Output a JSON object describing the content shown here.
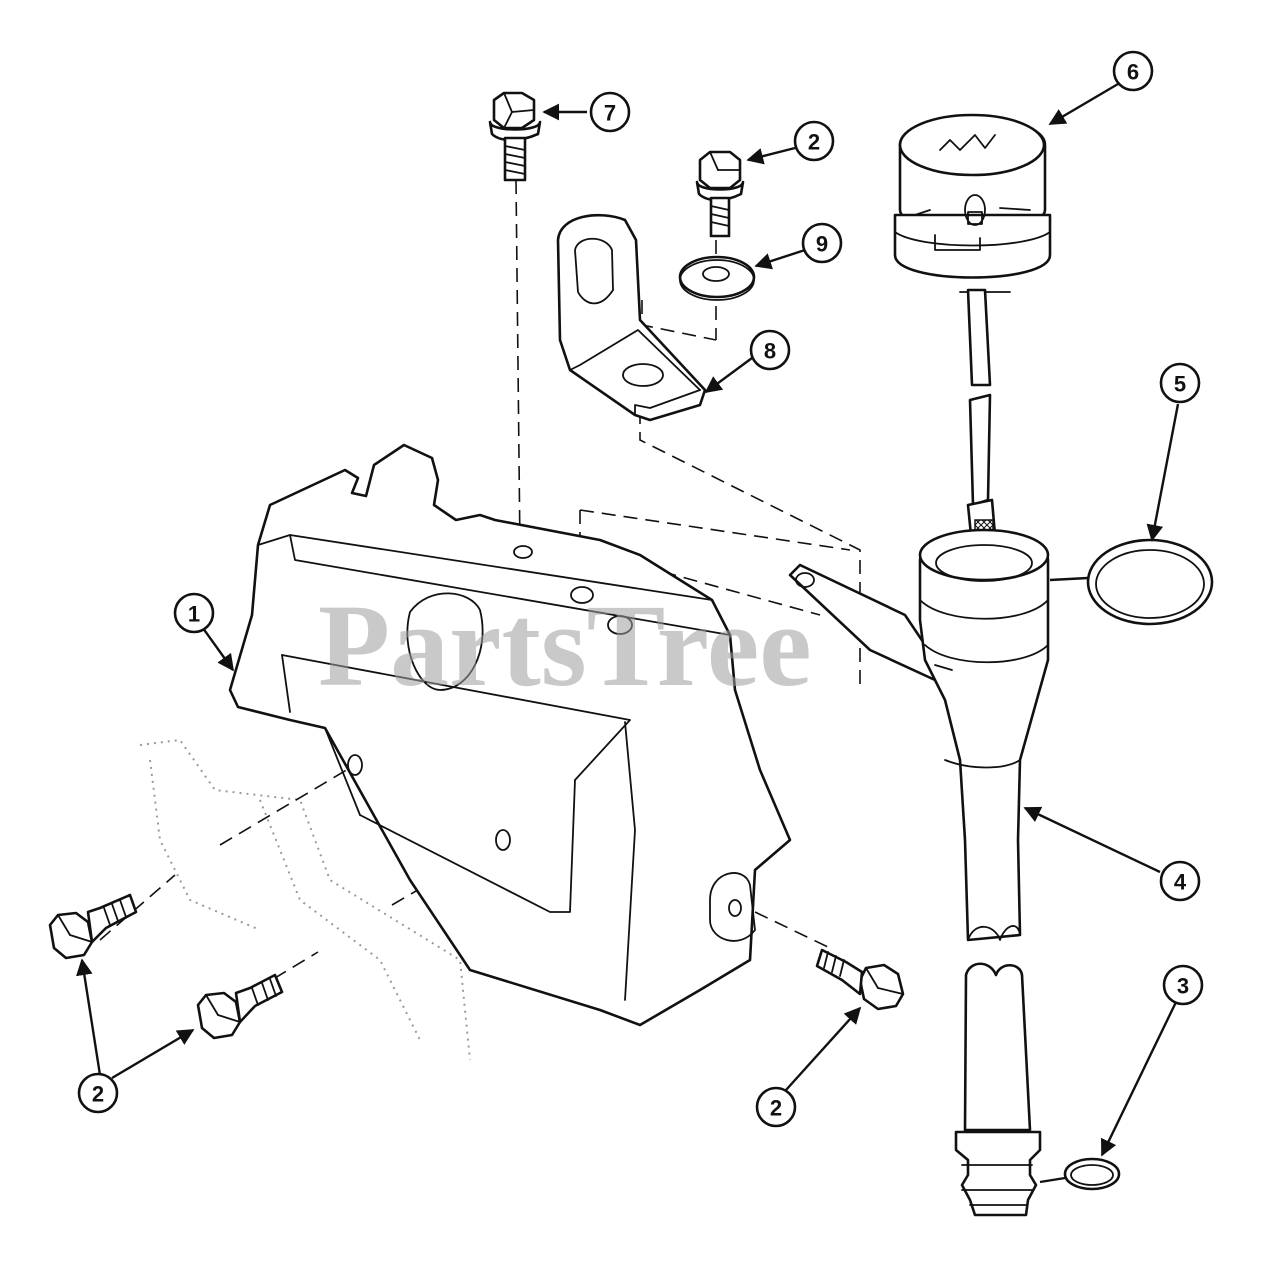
{
  "diagram": {
    "watermark": "PartsTree",
    "callouts": [
      {
        "id": "c1",
        "label": "1"
      },
      {
        "id": "c2a",
        "label": "2"
      },
      {
        "id": "c2b",
        "label": "2"
      },
      {
        "id": "c2c",
        "label": "2"
      },
      {
        "id": "c3",
        "label": "3"
      },
      {
        "id": "c4",
        "label": "4"
      },
      {
        "id": "c5",
        "label": "5"
      },
      {
        "id": "c6",
        "label": "6"
      },
      {
        "id": "c7",
        "label": "7"
      },
      {
        "id": "c8",
        "label": "8"
      },
      {
        "id": "c9",
        "label": "9"
      },
      {
        "id": "c2d",
        "label": "2"
      }
    ]
  }
}
